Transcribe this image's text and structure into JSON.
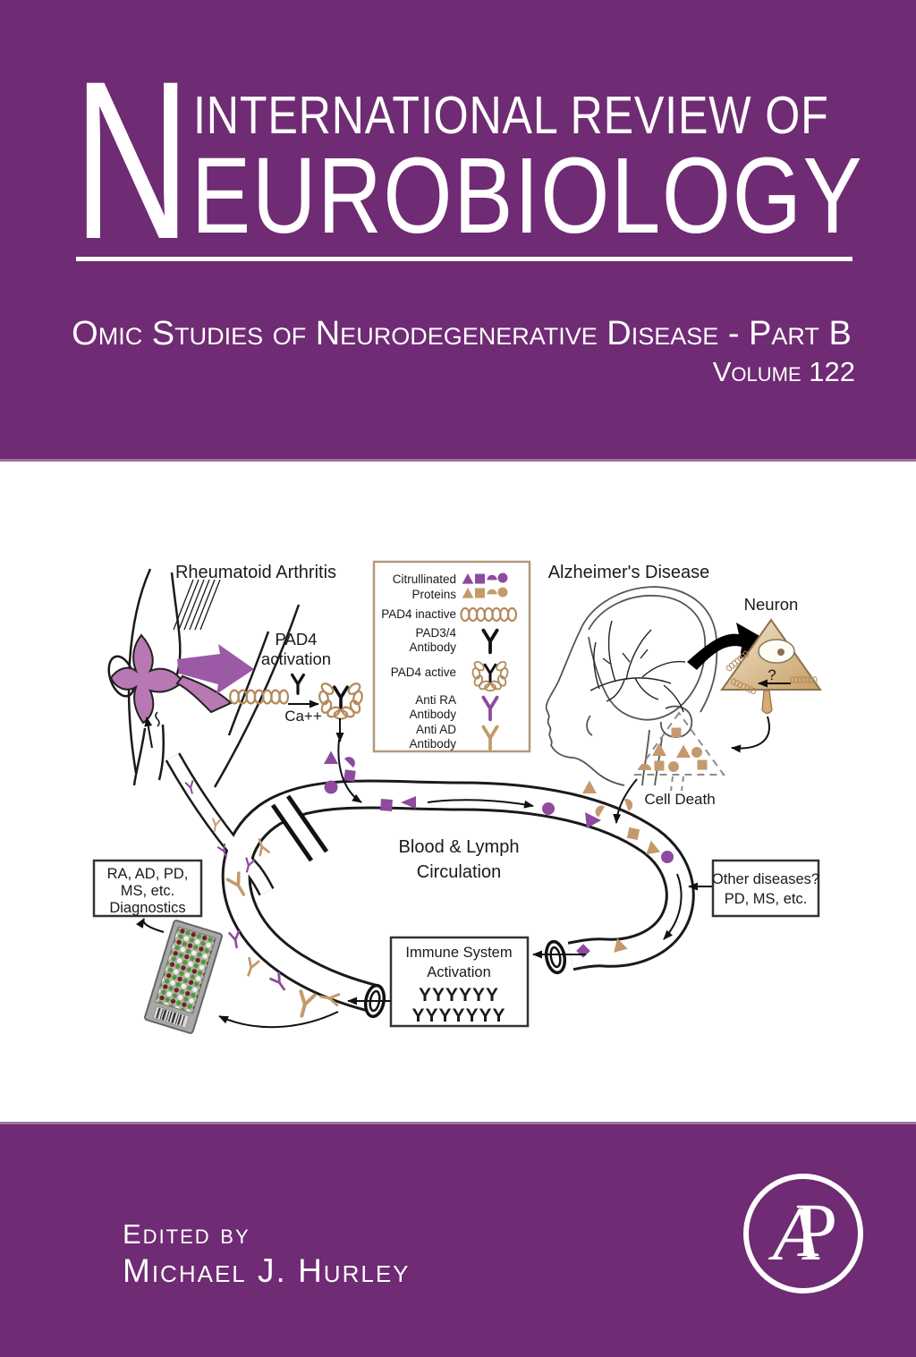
{
  "cover": {
    "series_initial": "N",
    "series_title_top": "INTERNATIONAL REVIEW OF",
    "series_title_rest": "EUROBIOLOGY",
    "subtitle": "Omic Studies of Neurodegenerative Disease - Part B",
    "volume": "Volume 122",
    "edited_by": "Edited by",
    "editor": "Michael J. Hurley",
    "logo_a": "A",
    "logo_p": "P",
    "colors": {
      "banner_purple": "#6f2b73",
      "accent_purple": "#8e4a9e",
      "accent_tan": "#c49a6c"
    }
  },
  "diagram": {
    "labels": {
      "rheumatoid": "Rheumatoid Arthritis",
      "alzheimers": "Alzheimer's Disease",
      "neuron": "Neuron",
      "neuron_question": "?",
      "cell_death": "Cell Death",
      "pad4_line1": "PAD4",
      "pad4_line2": "activation",
      "calcium": "Ca++",
      "circulation_line1": "Blood & Lymph",
      "circulation_line2": "Circulation"
    },
    "legend": {
      "row1_line1": "Citrullinated",
      "row1_line2": "Proteins",
      "row2": "PAD4 inactive",
      "row3_line1": "PAD3/4",
      "row3_line2": "Antibody",
      "row4": "PAD4 active",
      "row5_line1": "Anti RA",
      "row5_line2": "Antibody",
      "row6_line1": "Anti AD",
      "row6_line2": "Antibody"
    },
    "diagnostics_box": {
      "line1": "RA, AD, PD,",
      "line2": "MS, etc.",
      "line3": "Diagnostics"
    },
    "other_box": {
      "line1": "Other diseases?",
      "line2": "PD, MS, etc."
    },
    "immune_box": {
      "line1": "Immune System",
      "line2": "Activation",
      "tan_row": "YYYYYY",
      "purple_row": "YYYYYYY"
    }
  }
}
